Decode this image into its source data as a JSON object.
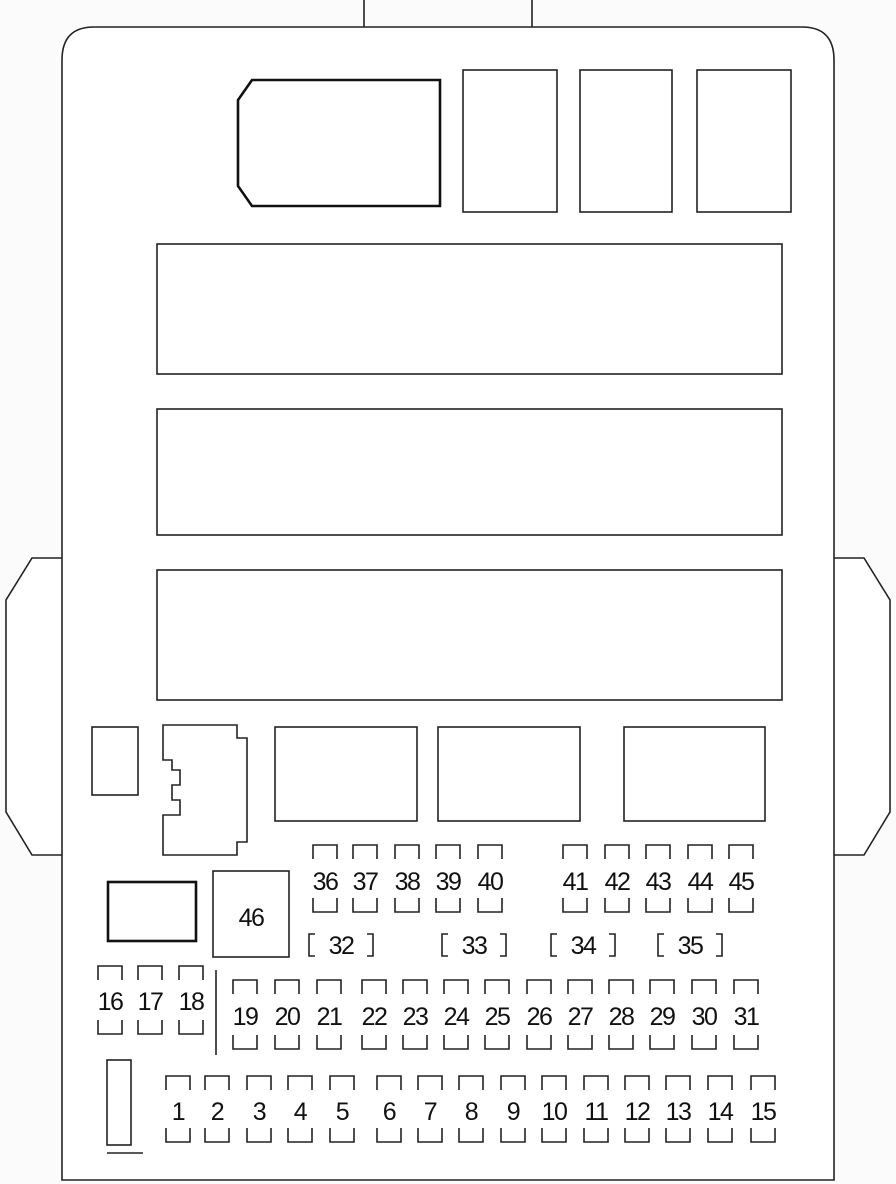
{
  "diagram": {
    "type": "fuse-box-layout",
    "colors": {
      "line": "#222222",
      "background": "#fbfbfb"
    },
    "fuse_rows": {
      "row_36_40": [
        "36",
        "37",
        "38",
        "39",
        "40"
      ],
      "row_41_45": [
        "41",
        "42",
        "43",
        "44",
        "45"
      ],
      "row_16_18": [
        "16",
        "17",
        "18"
      ],
      "row_19_31": [
        "19",
        "20",
        "21",
        "22",
        "23",
        "24",
        "25",
        "26",
        "27",
        "28",
        "29",
        "30",
        "31"
      ],
      "row_1_15": [
        "1",
        "2",
        "3",
        "4",
        "5",
        "6",
        "7",
        "8",
        "9",
        "10",
        "11",
        "12",
        "13",
        "14",
        "15"
      ]
    },
    "bracket_labels": [
      "32",
      "33",
      "34",
      "35"
    ],
    "large_fuse_label": "46"
  }
}
